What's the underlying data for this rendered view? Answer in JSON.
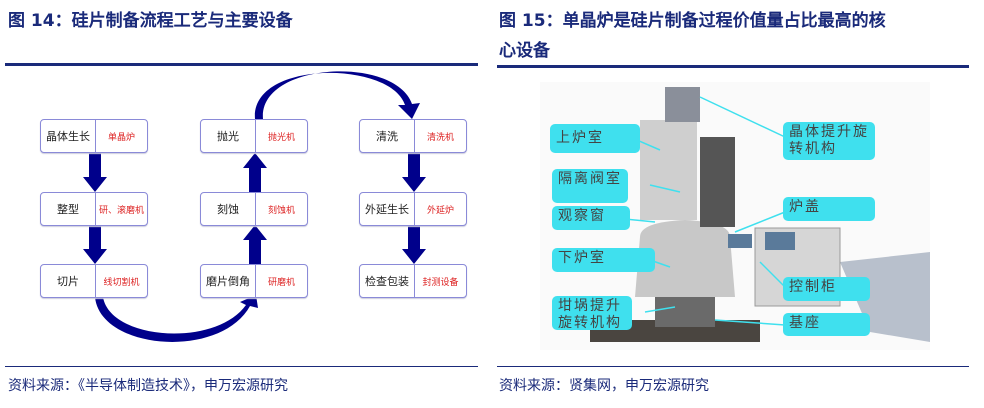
{
  "left": {
    "title": "图 14：硅片制备流程工艺与主要设备",
    "source": "资料来源：《半导体制造技术》，申万宏源研究",
    "steps": [
      {
        "process": "晶体生长",
        "equipment": "单晶炉"
      },
      {
        "process": "整型",
        "equipment": "研、滚磨机"
      },
      {
        "process": "切片",
        "equipment": "线切割机"
      },
      {
        "process": "磨片倒角",
        "equipment": "研磨机"
      },
      {
        "process": "刻蚀",
        "equipment": "刻蚀机"
      },
      {
        "process": "抛光",
        "equipment": "抛光机"
      },
      {
        "process": "清洗",
        "equipment": "清洗机"
      },
      {
        "process": "外延生长",
        "equipment": "外延炉"
      },
      {
        "process": "检查包装",
        "equipment": "封测设备"
      }
    ]
  },
  "right": {
    "title_line1": "图 15：单晶炉是硅片制备过程价值量占比最高的核",
    "title_line2": "心设备",
    "source": "资料来源：贤集网，申万宏源研究",
    "labels": {
      "upper_chamber": "上炉室",
      "crystal_lift": "晶体提升旋转机构",
      "isolation_valve": "隔离阀室",
      "view_window": "观察窗",
      "furnace_lid": "炉盖",
      "lower_chamber": "下炉室",
      "control_cabinet": "控制柜",
      "crucible_lift": "坩埚提升旋转机构",
      "base": "基座"
    }
  },
  "colors": {
    "brand": "#1a2a7a",
    "arrow": "#00008b",
    "label_bg": "#3fe0ee"
  }
}
